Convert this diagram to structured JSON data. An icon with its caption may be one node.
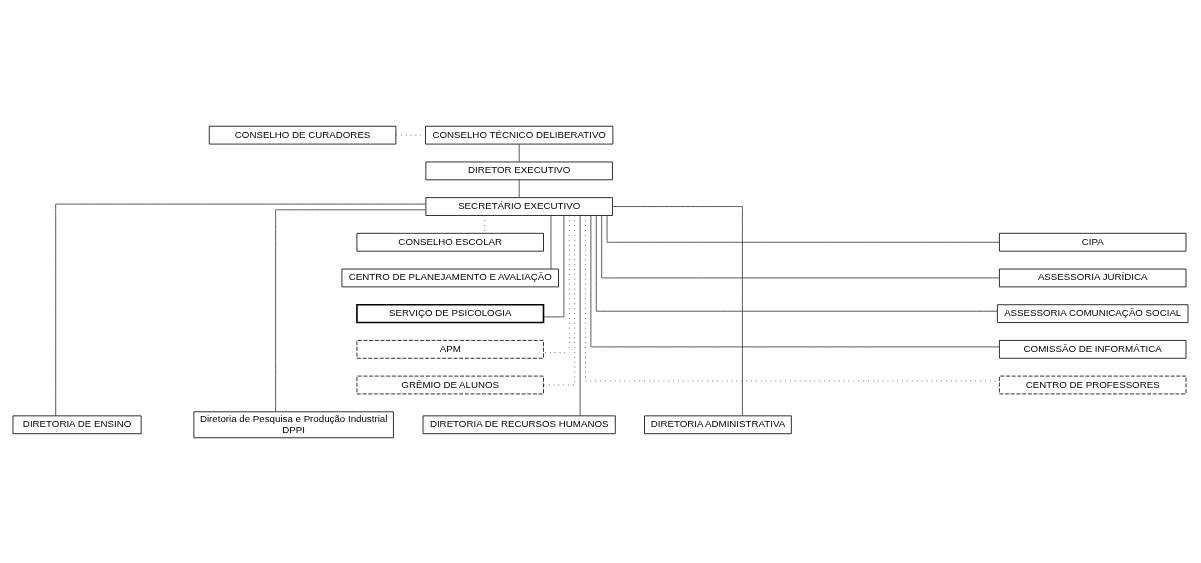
{
  "diagram": {
    "nodes": [
      {
        "text": [
          "CONSELHO TÉCNICO DELIBERATIVO"
        ]
      },
      {
        "text": [
          "CONSELHO DE CURADORES"
        ]
      },
      {
        "text": [
          "DIRETOR EXECUTIVO"
        ]
      },
      {
        "text": [
          "SECRETÁRIO EXECUTIVO"
        ]
      },
      {
        "text": [
          "CONSELHO ESCOLAR"
        ]
      },
      {
        "text": [
          "CIPA"
        ]
      },
      {
        "text": [
          "CENTRO DE PLANEJAMENTO E AVALIAÇÃO"
        ]
      },
      {
        "text": [
          "ASSESSORIA JURÍDICA"
        ]
      },
      {
        "text": [
          "SERVIÇO DE PSICOLOGIA"
        ]
      },
      {
        "text": [
          "ASSESSORIA COMUNICAÇÃO SOCIAL"
        ]
      },
      {
        "text": [
          "APM"
        ]
      },
      {
        "text": [
          "COMISSÃO DE INFORMÁTICA"
        ]
      },
      {
        "text": [
          "GRÊMIO DE ALUNOS"
        ]
      },
      {
        "text": [
          "CENTRO DE PROFESSORES"
        ]
      },
      {
        "text": [
          "DIRETORIA ADMINISTRATIVA"
        ]
      },
      {
        "text": [
          "DIRETORIA DE ENSINO"
        ]
      },
      {
        "text": [
          "Diretoria de Pesquisa e Produção Industrial",
          "DPPI"
        ]
      },
      {
        "text": [
          "DIRETORIA DE RECURSOS HUMANOS"
        ]
      }
    ],
    "edges": [
      {
        "from": 0,
        "to": 2,
        "arrow": "none"
      },
      {
        "from": 1,
        "to": 0,
        "arrow": "none",
        "style": "dashed"
      },
      {
        "from": 2,
        "to": 3,
        "arrow": "none"
      },
      {
        "from": 3,
        "to": 4,
        "arrow": "none",
        "style": "dashed"
      },
      {
        "from": 3,
        "to": 5,
        "arrow": "none"
      },
      {
        "from": 3,
        "to": 6,
        "arrow": "none"
      },
      {
        "from": 3,
        "to": 7,
        "arrow": "none"
      },
      {
        "from": 3,
        "to": 8,
        "arrow": "none"
      },
      {
        "from": 3,
        "to": 9,
        "arrow": "none"
      },
      {
        "from": 3,
        "to": 10,
        "arrow": "none",
        "style": "dashed"
      },
      {
        "from": 3,
        "to": 11,
        "arrow": "none"
      },
      {
        "from": 3,
        "to": 12,
        "arrow": "none",
        "style": "dashed"
      },
      {
        "from": 3,
        "to": 13,
        "arrow": "none",
        "style": "dashed"
      },
      {
        "from": 3,
        "to": 14,
        "arrow": "none"
      },
      {
        "from": 3,
        "to": 15,
        "arrow": "none"
      },
      {
        "from": 3,
        "to": 16,
        "arrow": "none"
      },
      {
        "from": 3,
        "to": 17,
        "arrow": "none"
      }
    ]
  }
}
